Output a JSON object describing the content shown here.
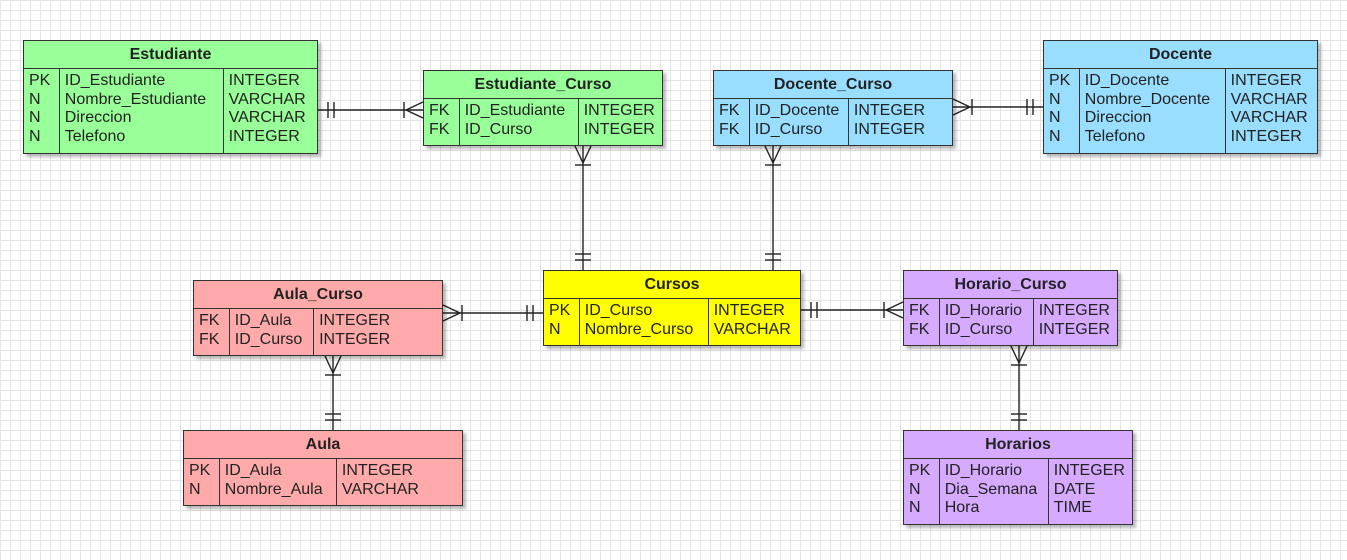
{
  "colors": {
    "green": "#99ff99",
    "blue": "#99ddff",
    "yellow": "#ffff00",
    "red": "#ffaaaa",
    "purple": "#d5aaff"
  },
  "entities": {
    "estudiante": {
      "title": "Estudiante",
      "rows": [
        {
          "key": "PK",
          "name": "ID_Estudiante",
          "type": "INTEGER"
        },
        {
          "key": "N",
          "name": "Nombre_Estudiante",
          "type": "VARCHAR"
        },
        {
          "key": "N",
          "name": "Direccion",
          "type": "VARCHAR"
        },
        {
          "key": "N",
          "name": "Telefono",
          "type": "INTEGER"
        }
      ]
    },
    "estudiante_curso": {
      "title": "Estudiante_Curso",
      "rows": [
        {
          "key": "FK",
          "name": "ID_Estudiante",
          "type": "INTEGER"
        },
        {
          "key": "FK",
          "name": "ID_Curso",
          "type": "INTEGER"
        }
      ]
    },
    "docente_curso": {
      "title": "Docente_Curso",
      "rows": [
        {
          "key": "FK",
          "name": "ID_Docente",
          "type": "INTEGER"
        },
        {
          "key": "FK",
          "name": "ID_Curso",
          "type": "INTEGER"
        }
      ]
    },
    "docente": {
      "title": "Docente",
      "rows": [
        {
          "key": "PK",
          "name": "ID_Docente",
          "type": "INTEGER"
        },
        {
          "key": "N",
          "name": "Nombre_Docente",
          "type": "VARCHAR"
        },
        {
          "key": "N",
          "name": "Direccion",
          "type": "VARCHAR"
        },
        {
          "key": "N",
          "name": "Telefono",
          "type": "INTEGER"
        }
      ]
    },
    "cursos": {
      "title": "Cursos",
      "rows": [
        {
          "key": "PK",
          "name": "ID_Curso",
          "type": "INTEGER"
        },
        {
          "key": "N",
          "name": "Nombre_Curso",
          "type": "VARCHAR"
        }
      ]
    },
    "aula_curso": {
      "title": "Aula_Curso",
      "rows": [
        {
          "key": "FK",
          "name": "ID_Aula",
          "type": "INTEGER"
        },
        {
          "key": "FK",
          "name": "ID_Curso",
          "type": "INTEGER"
        }
      ]
    },
    "horario_curso": {
      "title": "Horario_Curso",
      "rows": [
        {
          "key": "FK",
          "name": "ID_Horario",
          "type": "INTEGER"
        },
        {
          "key": "FK",
          "name": "ID_Curso",
          "type": "INTEGER"
        }
      ]
    },
    "aula": {
      "title": "Aula",
      "rows": [
        {
          "key": "PK",
          "name": "ID_Aula",
          "type": "INTEGER"
        },
        {
          "key": "N",
          "name": "Nombre_Aula",
          "type": "VARCHAR"
        }
      ]
    },
    "horarios": {
      "title": "Horarios",
      "rows": [
        {
          "key": "PK",
          "name": "ID_Horario",
          "type": "INTEGER"
        },
        {
          "key": "N",
          "name": "Dia_Semana",
          "type": "DATE"
        },
        {
          "key": "N",
          "name": "Hora",
          "type": "TIME"
        }
      ]
    }
  },
  "relationships": [
    {
      "from": "estudiante",
      "from_end": "one",
      "to": "estudiante_curso",
      "to_end": "many"
    },
    {
      "from": "estudiante_curso",
      "from_end": "many",
      "to": "cursos",
      "to_end": "one"
    },
    {
      "from": "docente_curso",
      "from_end": "many",
      "to": "docente",
      "to_end": "one"
    },
    {
      "from": "docente_curso",
      "from_end": "many",
      "to": "cursos",
      "to_end": "one"
    },
    {
      "from": "aula_curso",
      "from_end": "many",
      "to": "cursos",
      "to_end": "one"
    },
    {
      "from": "cursos",
      "from_end": "one",
      "to": "horario_curso",
      "to_end": "many"
    },
    {
      "from": "aula_curso",
      "from_end": "many",
      "to": "aula",
      "to_end": "one"
    },
    {
      "from": "horario_curso",
      "from_end": "many",
      "to": "horarios",
      "to_end": "one"
    }
  ]
}
